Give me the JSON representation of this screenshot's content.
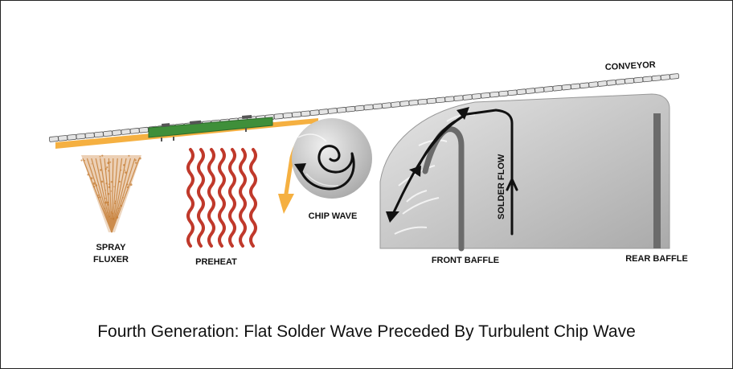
{
  "labels": {
    "conveyor": "CONVEYOR",
    "spray_fluxer_line1": "SPRAY",
    "spray_fluxer_line2": "FLUXER",
    "preheat": "PREHEAT",
    "chip_wave": "CHIP WAVE",
    "solder_flow": "SOLDER FLOW",
    "front_baffle": "FRONT BAFFLE",
    "rear_baffle": "REAR BAFFLE"
  },
  "caption": "Fourth Generation: Flat Solder Wave Preceded By Turbulent Chip Wave",
  "colors": {
    "board": "#3f8f3a",
    "flux": "#c9813a",
    "preheat": "#c0392b",
    "path": "#f5b041",
    "solder": "#c4c4c4",
    "baffle": "#6b6b6b"
  },
  "icons": [
    "spray-cone-icon",
    "heat-wave-icon",
    "spiral-arrow-icon",
    "flow-arrow-icon"
  ]
}
